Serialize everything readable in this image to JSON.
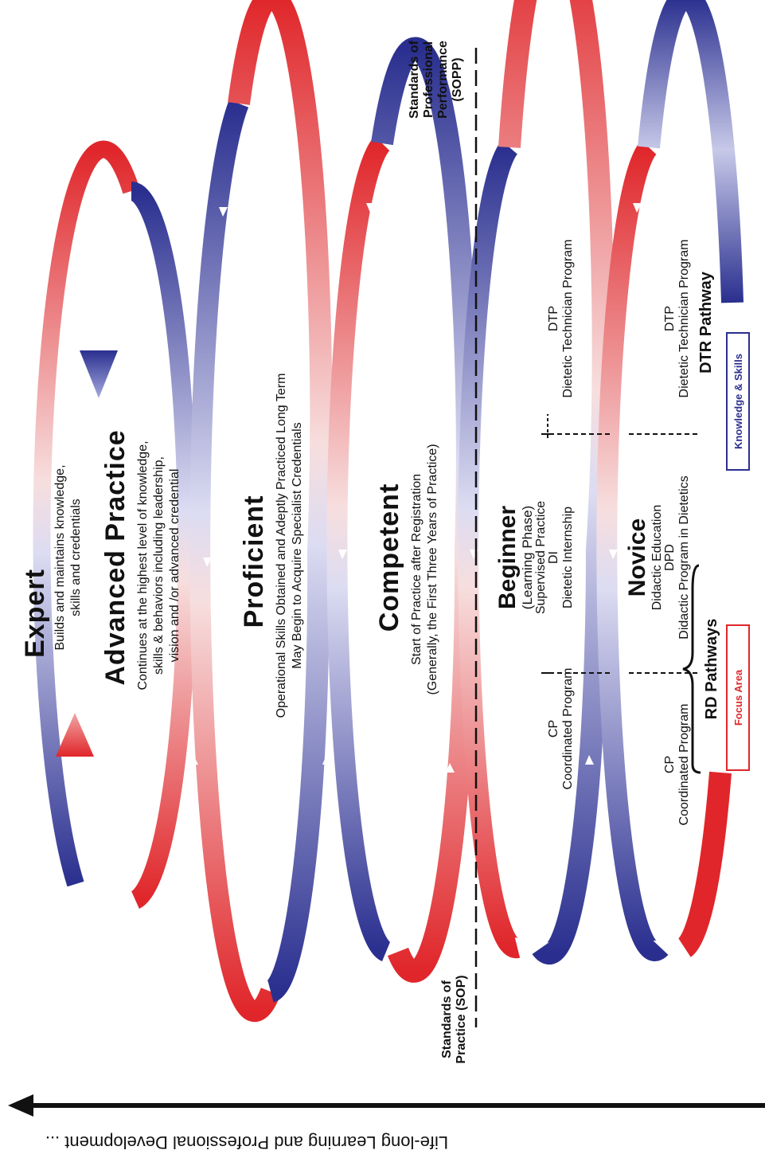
{
  "levels": {
    "expert": {
      "title": "Expert",
      "desc_1": "Builds and maintains knowledge,",
      "desc_2": "skills and credentials"
    },
    "advanced": {
      "title": "Advanced Practice",
      "desc_1": "Continues at the highest level of knowledge,",
      "desc_2": "skills & behaviors including leadership,",
      "desc_3": "vision and /or advanced credential"
    },
    "proficient": {
      "title": "Proficient",
      "desc_1": "Operational Skills Obtained and Adeptly Practiced Long Term",
      "desc_2": "May Begin to Acquire Specialist Credentials"
    },
    "competent": {
      "title": "Competent",
      "desc_1": "Start of Practice after Registration",
      "desc_2": "(Generally, the First Three Years of Practice)"
    },
    "beginner": {
      "title": "Beginner",
      "phase": "(Learning Phase)",
      "supervised": "Supervised Practice"
    },
    "novice": {
      "title": "Novice",
      "didactic": "Didactic Education"
    }
  },
  "programs": {
    "cp_abbr": "CP",
    "cp_name": "Coordinated Program",
    "di_abbr": "DI",
    "di_name": "Dietetic Internship",
    "dtp_abbr": "DTP",
    "dtp_name": "Dietetic Technician Program",
    "dpd_abbr": "DPD",
    "dpd_name": "Didactic Program in Dietetics"
  },
  "pathways": {
    "rd": "RD Pathways",
    "dtr": "DTR Pathway",
    "focus": "Focus Area",
    "knowledge": "Knowledge & Skills"
  },
  "standards": {
    "sop_1": "Standards of",
    "sop_2": "Practice (SOP)",
    "sopp_1": "Standards of",
    "sopp_2": "Professional",
    "sopp_3": "Performance",
    "sopp_4": "(SOPP)"
  },
  "footer": "Life-long Learning and Professional Development ...",
  "colors": {
    "red": "#e0262a",
    "blue": "#2a2f8f"
  }
}
